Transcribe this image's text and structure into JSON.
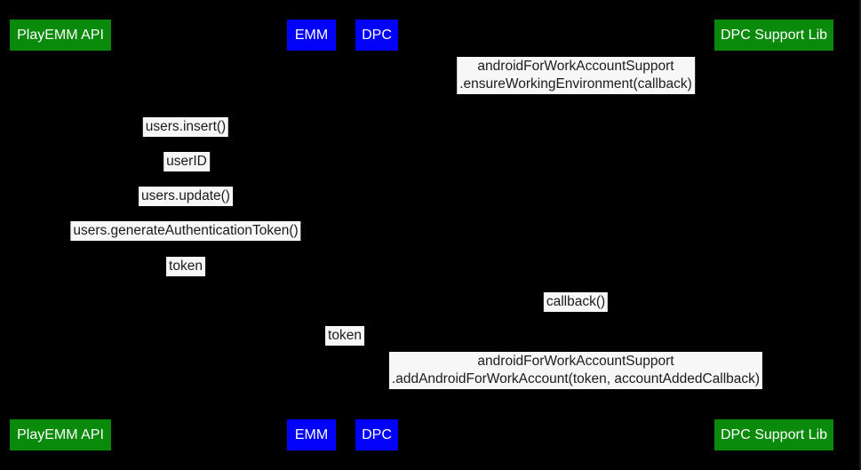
{
  "colors": {
    "background": "#000000",
    "green": "#0a8a0a",
    "blue": "#0202fa",
    "label_bg": "#f7f7f7",
    "label_text": "#1c1c1c",
    "actor_text": "#ffffff",
    "edge_shade": "#191919"
  },
  "actors": [
    {
      "label": "PlayEMM API",
      "type": "green"
    },
    {
      "label": "EMM",
      "type": "blue"
    },
    {
      "label": "DPC",
      "type": "blue"
    },
    {
      "label": "DPC Support Lib",
      "type": "green"
    }
  ],
  "messages": [
    {
      "line1": "androidForWorkAccountSupport",
      "line2": ".ensureWorkingEnvironment(callback)"
    },
    {
      "text": "users.insert()"
    },
    {
      "text": "userID"
    },
    {
      "text": "users.update()"
    },
    {
      "text": "users.generateAuthenticationToken()"
    },
    {
      "text": "token"
    },
    {
      "text": "callback()"
    },
    {
      "text": "token"
    },
    {
      "line1": "androidForWorkAccountSupport",
      "line2": ".addAndroidForWorkAccount(token, accountAddedCallback)"
    }
  ]
}
